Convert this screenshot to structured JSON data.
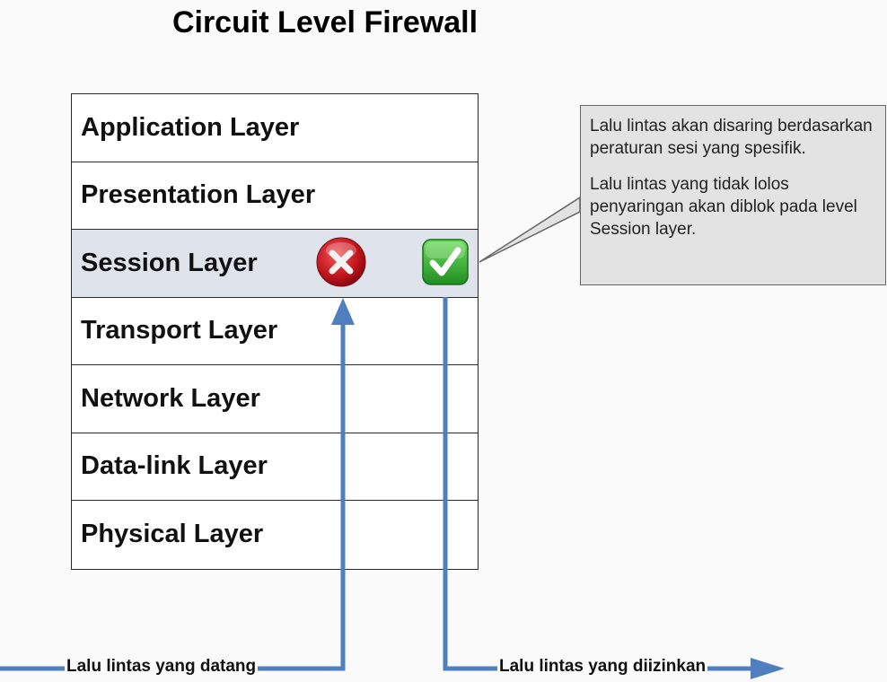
{
  "title": "Circuit Level Firewall",
  "layers": [
    {
      "label": "Application Layer"
    },
    {
      "label": "Presentation Layer"
    },
    {
      "label": "Session Layer"
    },
    {
      "label": "Transport Layer"
    },
    {
      "label": "Network Layer"
    },
    {
      "label": "Data-link Layer"
    },
    {
      "label": "Physical Layer"
    }
  ],
  "callout": {
    "paragraph1": "Lalu lintas akan disaring berdasarkan peraturan sesi yang spesifik.",
    "paragraph2": "Lalu lintas yang tidak lolos penyaringan akan diblok pada level Session layer."
  },
  "flows": {
    "incoming_label": "Lalu lintas yang datang",
    "allowed_label": "Lalu lintas yang diizinkan"
  },
  "icons": {
    "blocked": "x-circle-icon",
    "allowed": "checkmark-icon"
  },
  "colors": {
    "arrow": "#4f7fbf",
    "highlight": "#dfe3ec",
    "block_red": "#c0141c",
    "allow_green": "#2aa52a"
  }
}
